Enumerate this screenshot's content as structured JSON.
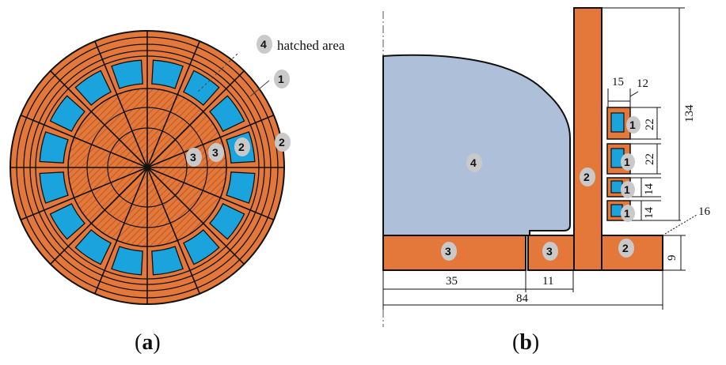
{
  "figure": {
    "panel_a": {
      "caption_open": "(",
      "caption_letter": "a",
      "caption_close": ")",
      "hatched_label_number": "4",
      "hatched_label_text": "hatched area",
      "tags": [
        "1",
        "2",
        "3",
        "3",
        "2"
      ]
    },
    "panel_b": {
      "caption_open": "(",
      "caption_letter": "b",
      "caption_close": ")",
      "region_tags": {
        "hatched": "4",
        "vertical_bar": "2",
        "left_base": "3",
        "mid_base": "3",
        "right_base": "2"
      },
      "coil_tags": [
        "1",
        "1",
        "1",
        "1"
      ],
      "dimensions": {
        "coil_width": "15",
        "gap": "12",
        "total_height": "134",
        "coil_1": "22",
        "coil_2": "22",
        "coil_3": "14",
        "coil_4": "14",
        "offset": "16",
        "base_height": "9",
        "left_length": "35",
        "mid_length": "11",
        "total_length": "84"
      }
    }
  },
  "colors": {
    "copper": "#e3783a",
    "coil": "#1aa3dd",
    "hatch_region": "#aebfd9",
    "tag_fill": "#c9c9c9",
    "line": "#111111"
  }
}
